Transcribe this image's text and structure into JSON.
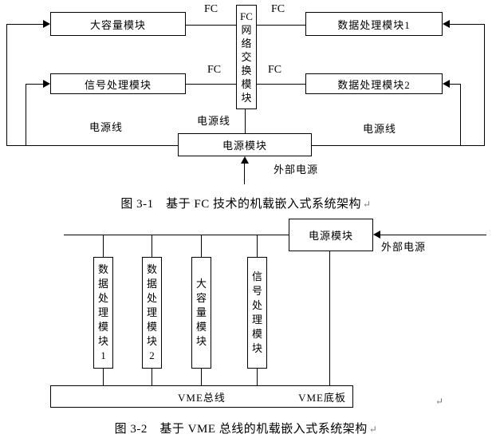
{
  "figure1": {
    "caption": "图 3-1　基于 FC 技术的机载嵌入式系统架构",
    "paragraph_mark": "↵",
    "modules": {
      "large_capacity": "大容量模块",
      "signal_processing": "信号处理模块",
      "fc_switch": "FC网络交换模块",
      "data_processing_1": "数据处理模块1",
      "data_processing_2": "数据处理模块2",
      "power": "电源模块"
    },
    "labels": {
      "fc_top_left": "FC",
      "fc_top_right": "FC",
      "fc_mid_left": "FC",
      "fc_mid_right": "FC",
      "power_line_left": "电源线",
      "power_line_mid": "电源线",
      "power_line_right": "电源线",
      "external_power": "外部电源"
    }
  },
  "figure2": {
    "caption": "图 3-2　基于 VME 总线的机载嵌入式系统架构",
    "paragraph_mark": "↵",
    "trailing_mark": "↵",
    "modules": {
      "data_processing_1": "数据处理模块1",
      "data_processing_2": "数据处理模块2",
      "large_capacity": "大容量模块",
      "signal_processing": "信号处理模块",
      "power": "电源模块",
      "vme_bus": "VME总线",
      "vme_backplane": "VME底板"
    },
    "labels": {
      "external_power": "外部电源"
    }
  },
  "colors": {
    "line": "#000000",
    "background": "#ffffff"
  }
}
